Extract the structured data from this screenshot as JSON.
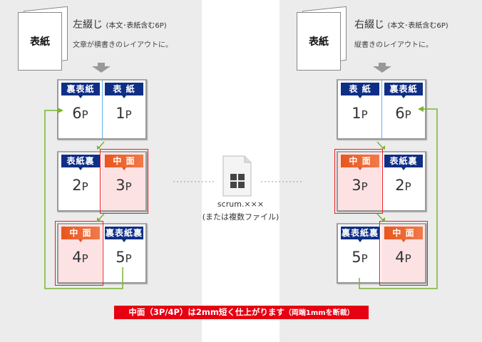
{
  "left": {
    "booklet_label": "表紙",
    "title": "左綴じ",
    "title_note": "(本文･表紙含む6P)",
    "desc": "文章が横書きのレイアウトに。",
    "spreads": [
      [
        {
          "tag": "裏表紙",
          "num": "6",
          "unit": "P",
          "type": "cover"
        },
        {
          "tag": "表 紙",
          "num": "1",
          "unit": "P",
          "type": "cover"
        }
      ],
      [
        {
          "tag": "表紙裏",
          "num": "2",
          "unit": "P",
          "type": "cover"
        },
        {
          "tag": "中 面",
          "num": "3",
          "unit": "P",
          "type": "inner"
        }
      ],
      [
        {
          "tag": "中 面",
          "num": "4",
          "unit": "P",
          "type": "inner"
        },
        {
          "tag": "裏表紙裏",
          "num": "5",
          "unit": "P",
          "type": "cover"
        }
      ]
    ]
  },
  "right": {
    "booklet_label": "表紙",
    "title": "右綴じ",
    "title_note": "(本文･表紙含む6P)",
    "desc": "縦書きのレイアウトに。",
    "spreads": [
      [
        {
          "tag": "表 紙",
          "num": "1",
          "unit": "P",
          "type": "cover"
        },
        {
          "tag": "裏表紙",
          "num": "6",
          "unit": "P",
          "type": "cover"
        }
      ],
      [
        {
          "tag": "中 面",
          "num": "3",
          "unit": "P",
          "type": "inner"
        },
        {
          "tag": "表紙裏",
          "num": "2",
          "unit": "P",
          "type": "cover"
        }
      ],
      [
        {
          "tag": "裏表紙裏",
          "num": "5",
          "unit": "P",
          "type": "cover"
        },
        {
          "tag": "中 面",
          "num": "4",
          "unit": "P",
          "type": "inner"
        }
      ]
    ]
  },
  "file": {
    "name": "scrum.×××",
    "note": "(または複数ファイル)"
  },
  "banner": {
    "main": "中面（3P/4P）は2mm短く仕上がります",
    "note": "（両端1mmを断裁）"
  },
  "colors": {
    "cover_tag": "#0f2f86",
    "inner_tag": "#e9561d",
    "highlight": "#f01c1c",
    "guide": "#7ab532"
  }
}
